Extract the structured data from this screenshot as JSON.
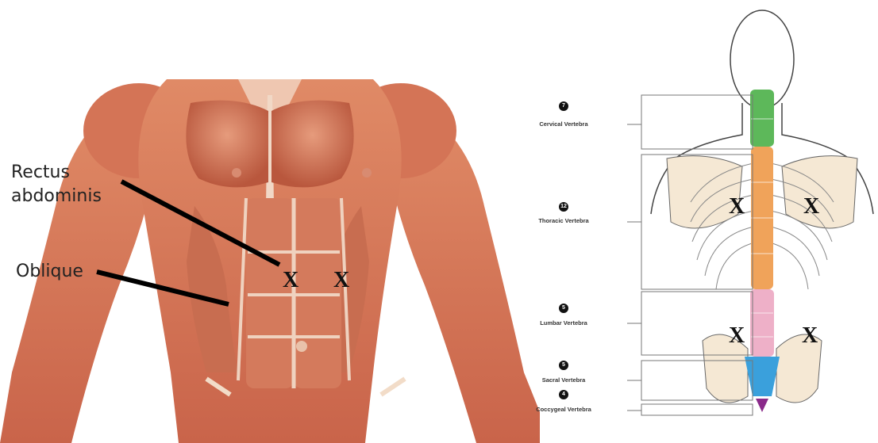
{
  "muscle_figure": {
    "labels": {
      "rectus_line1": "Rectus",
      "rectus_line2": "abdominis",
      "oblique": "Oblique"
    },
    "marks": [
      "X",
      "X"
    ]
  },
  "spine_figure": {
    "regions": [
      {
        "badge": "7",
        "label": "Cervical Vertebra",
        "color": "#5db85a"
      },
      {
        "badge": "12",
        "label": "Thoracic Vertebra",
        "color": "#f0a35a"
      },
      {
        "badge": "5",
        "label": "Lumbar Vertebra",
        "color": "#eeb0c8"
      },
      {
        "badge": "5",
        "label": "Sacral Vertebra",
        "color": "#3aa0dc"
      },
      {
        "badge": "4",
        "label": "Coccygeal Vertebra",
        "color": "#8a2a8a"
      }
    ],
    "marks": [
      "X",
      "X",
      "X",
      "X"
    ]
  }
}
